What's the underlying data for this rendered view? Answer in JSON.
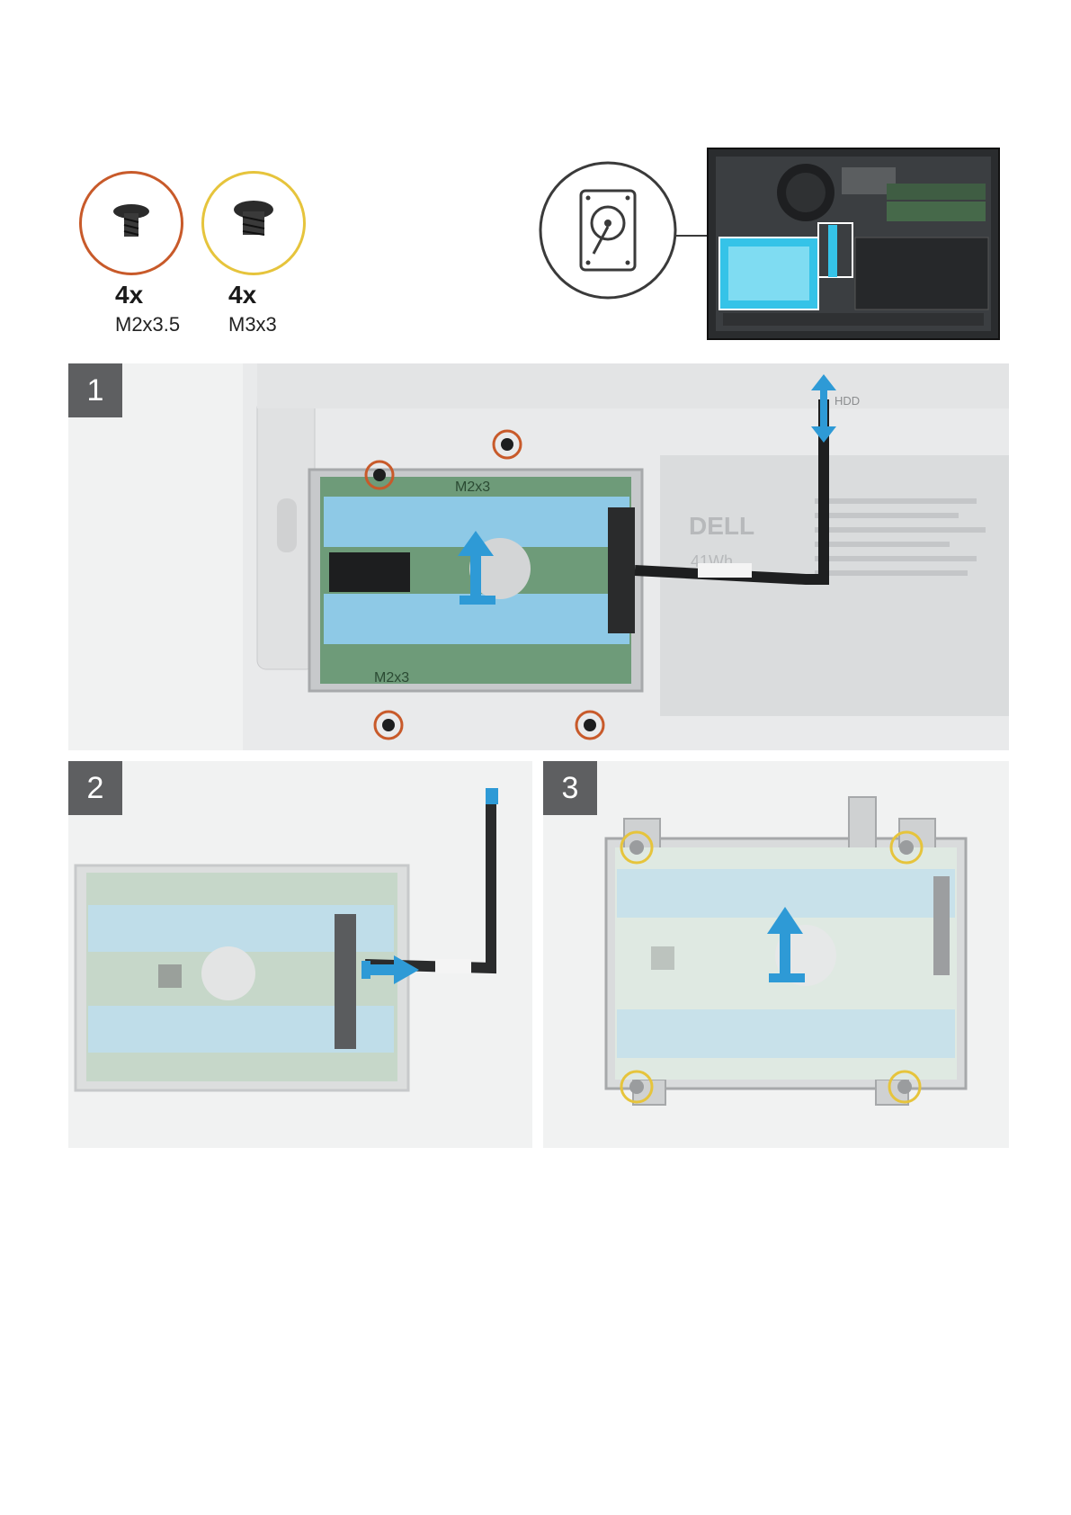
{
  "screws": [
    {
      "count": "4x",
      "size": "M2x3.5",
      "ring_color": "#c85a2a"
    },
    {
      "count": "4x",
      "size": "M3x3",
      "ring_color": "#e6c43c"
    }
  ],
  "steps": [
    {
      "number": "1"
    },
    {
      "number": "2"
    },
    {
      "number": "3"
    }
  ],
  "step1_labels": {
    "battery_brand": "DELL",
    "battery_capacity": "41Wh",
    "connector_label": "HDD",
    "bracket_text_top": "M2x3",
    "bracket_text_bottom": "M2x3"
  },
  "colors": {
    "accent_blue": "#2e9ad6",
    "foam_blue": "#8ec9e6",
    "pcb_green": "#5f9b74",
    "step_badge": "#5e5f61",
    "panel_bg": "#f1f2f2"
  },
  "icons": [
    "hard-drive-icon",
    "arrow-up-icon",
    "arrow-right-icon",
    "arrow-updown-icon"
  ]
}
